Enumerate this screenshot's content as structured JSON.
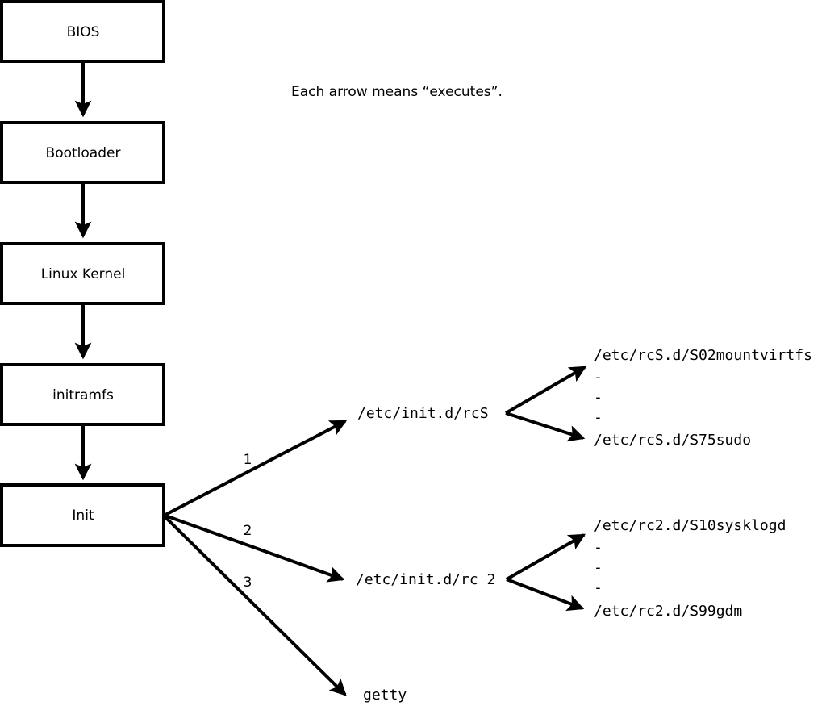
{
  "diagram": {
    "title_note": "Each arrow means “executes”.",
    "boxes": [
      {
        "id": "bios",
        "label": "BIOS"
      },
      {
        "id": "bootloader",
        "label": "Bootloader"
      },
      {
        "id": "kernel",
        "label": "Linux Kernel"
      },
      {
        "id": "initramfs",
        "label": "initramfs"
      },
      {
        "id": "init",
        "label": "Init"
      }
    ],
    "init_branches": [
      {
        "number": "1",
        "target": "/etc/init.d/rcS"
      },
      {
        "number": "2",
        "target": "/etc/init.d/rc 2"
      },
      {
        "number": "3",
        "target": "getty"
      }
    ],
    "rcs_scripts": {
      "first": "/etc/rcS.d/S02mountvirtfs",
      "ellipsis": [
        "-",
        "-",
        "-"
      ],
      "last": "/etc/rcS.d/S75sudo"
    },
    "rc2_scripts": {
      "first": "/etc/rc2.d/S10sysklogd",
      "ellipsis": [
        "-",
        "-",
        "-"
      ],
      "last": "/etc/rc2.d/S99gdm"
    },
    "colors": {
      "stroke": "#000000",
      "fill": "#ffffff",
      "text": "#000000"
    }
  }
}
